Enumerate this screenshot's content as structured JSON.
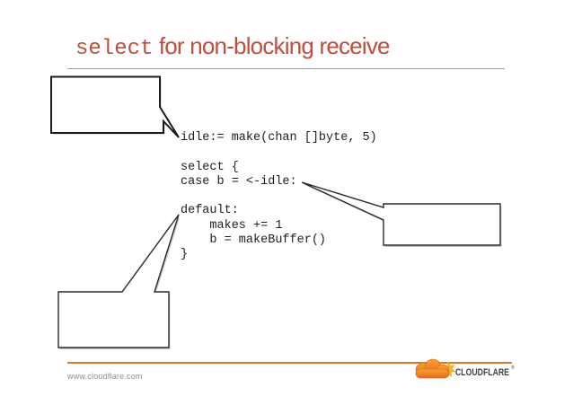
{
  "slide": {
    "title": {
      "keyword": "select",
      "rest": " for non-blocking receive"
    },
    "code_block": "idle:= make(chan []byte, 5)\n\nselect {\ncase b = <-idle:\n\ndefault:\n    makes += 1\n    b = makeBuffer()\n}",
    "callouts": [
      {
        "text": "",
        "points_to": "idle:= make(chan []byte, 5)"
      },
      {
        "text": "",
        "points_to": "case b = <-idle:"
      },
      {
        "text": "",
        "points_to": "default:"
      }
    ],
    "footer": {
      "url": "www.cloudflare.com",
      "logo_text": "CLOUDFLARE",
      "registered_mark": "®"
    },
    "colors": {
      "title_red": "#c04e3a",
      "title_rule_gray": "#98a4a5",
      "code_text": "#1f1f1f",
      "footer_line_orange": "#e0772b",
      "footer_url_gray": "#8e8e8e",
      "logo_cloud_orange_top": "#f9a02b",
      "logo_cloud_orange_bottom": "#e36d1e",
      "logo_star_yellow": "#f7b32a",
      "logo_wordmark_gray": "#403f41"
    }
  }
}
